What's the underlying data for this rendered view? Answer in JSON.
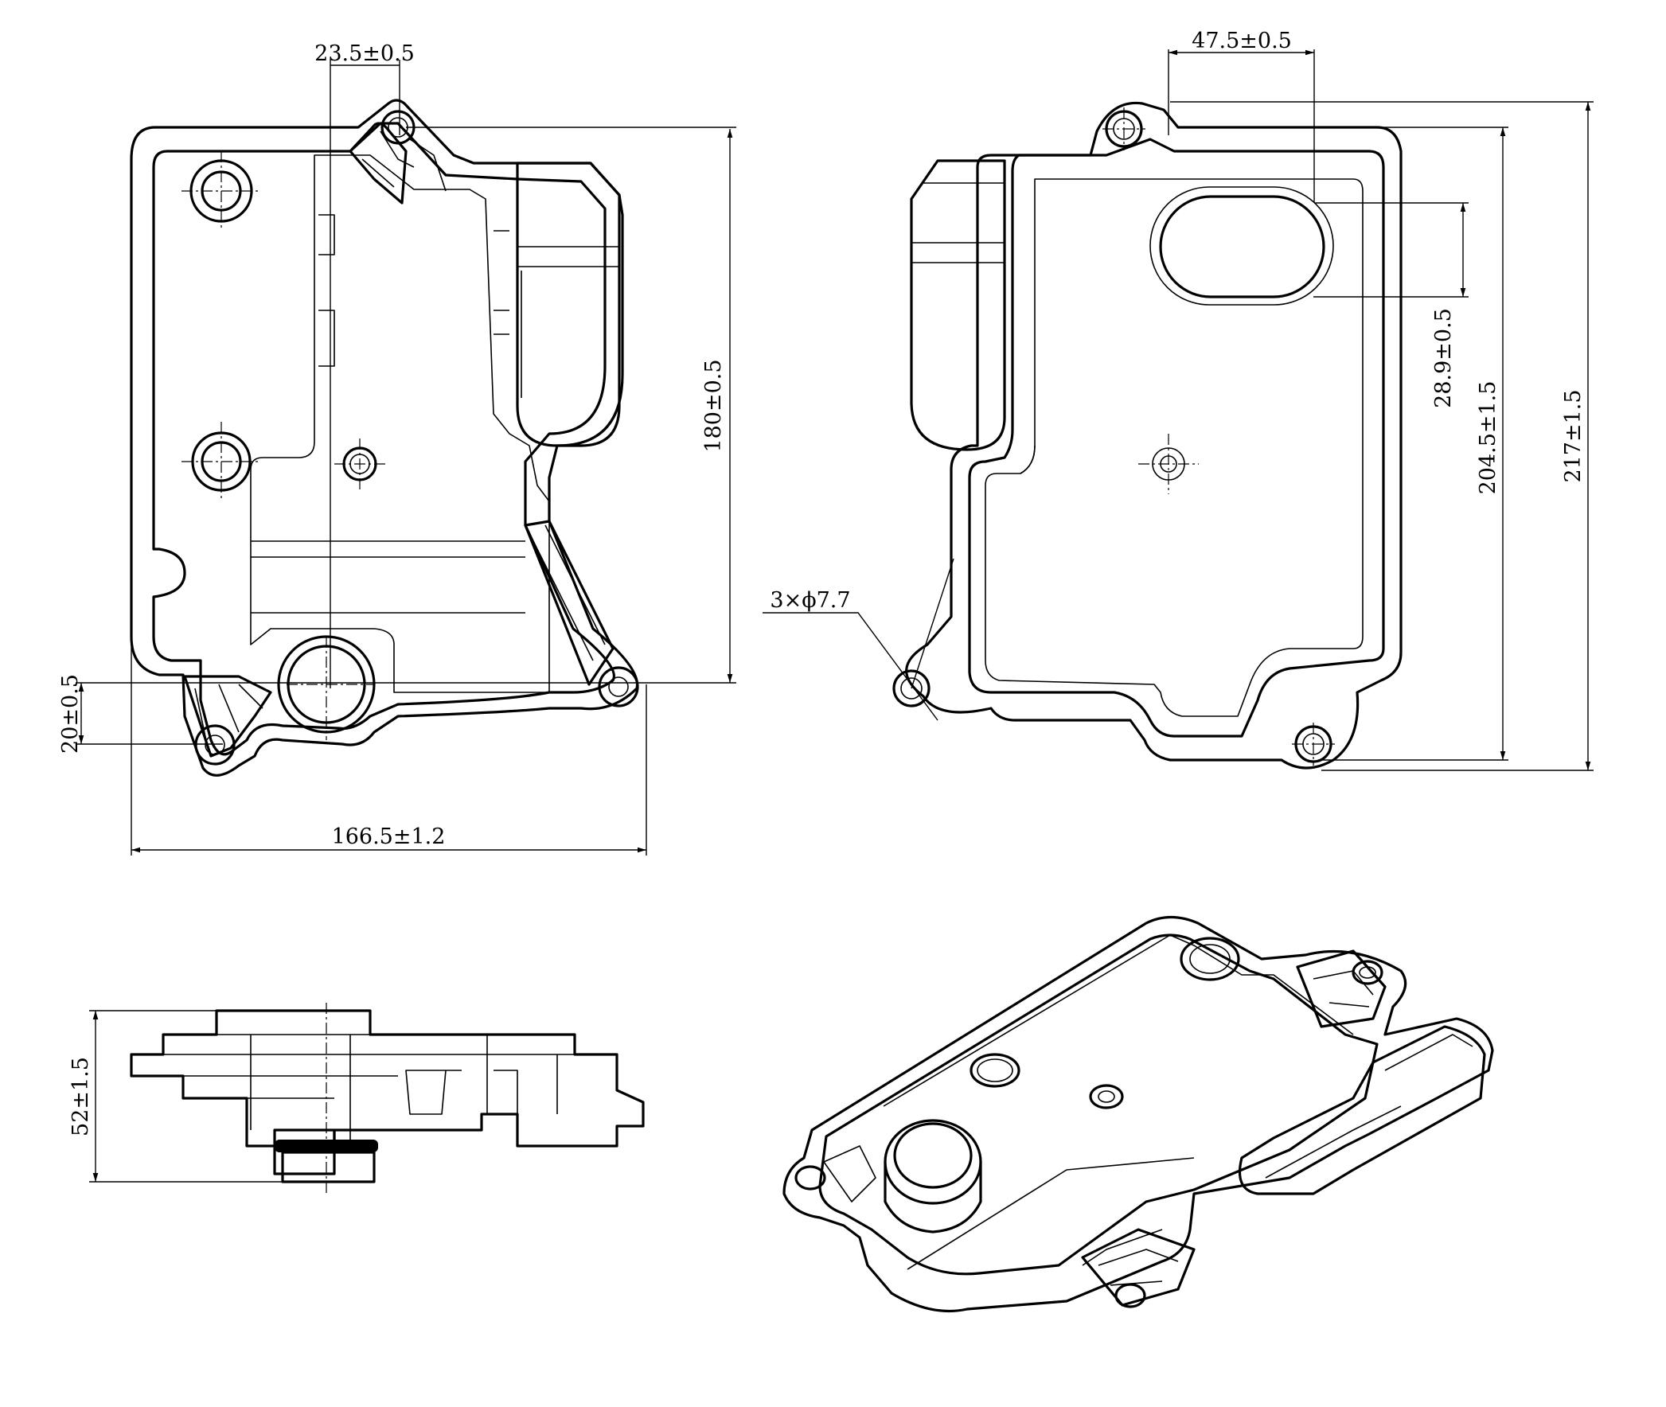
{
  "dimensions": {
    "offset_top": "23.5±0.5",
    "height_front": "180±0.5",
    "offset_left": "20±0.5",
    "width_front": "166.5±1.2",
    "offset_top_back": "47.5±0.5",
    "outlet_height": "28.9±0.5",
    "height_inner": "204.5±1.5",
    "height_total": "217±1.5",
    "hole_spec": "3×ϕ7.7",
    "thickness_side": "52±1.5"
  }
}
